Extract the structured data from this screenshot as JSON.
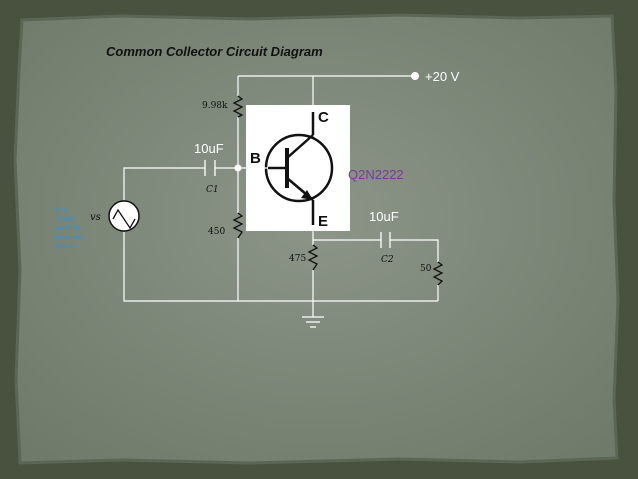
{
  "slide": {
    "title": "Common Collector Circuit Diagram",
    "colors": {
      "frame": "#48523f",
      "board": "#7b8577",
      "board_light": "#8c9588",
      "wire": "#ffffff",
      "accent_purple": "#7a3a9a",
      "source_text": "#3a8fcf"
    }
  },
  "circuit": {
    "supply_label": "+20 V",
    "r1_value": "9.98k",
    "r2_value": "450",
    "re_value": "475",
    "rl_value": "50",
    "c1_value": "10uF",
    "c1_ref": "C1",
    "c2_value": "10uF",
    "c2_ref": "C2",
    "transistor_part": "Q2N2222",
    "base_label": "B",
    "collector_label": "C",
    "emitter_label": "E",
    "source_symbol": "vs",
    "source_note": [
      "vs to",
      "1000Hz",
      "Amplitude",
      "reasonable",
      "(Raw 1)"
    ]
  }
}
